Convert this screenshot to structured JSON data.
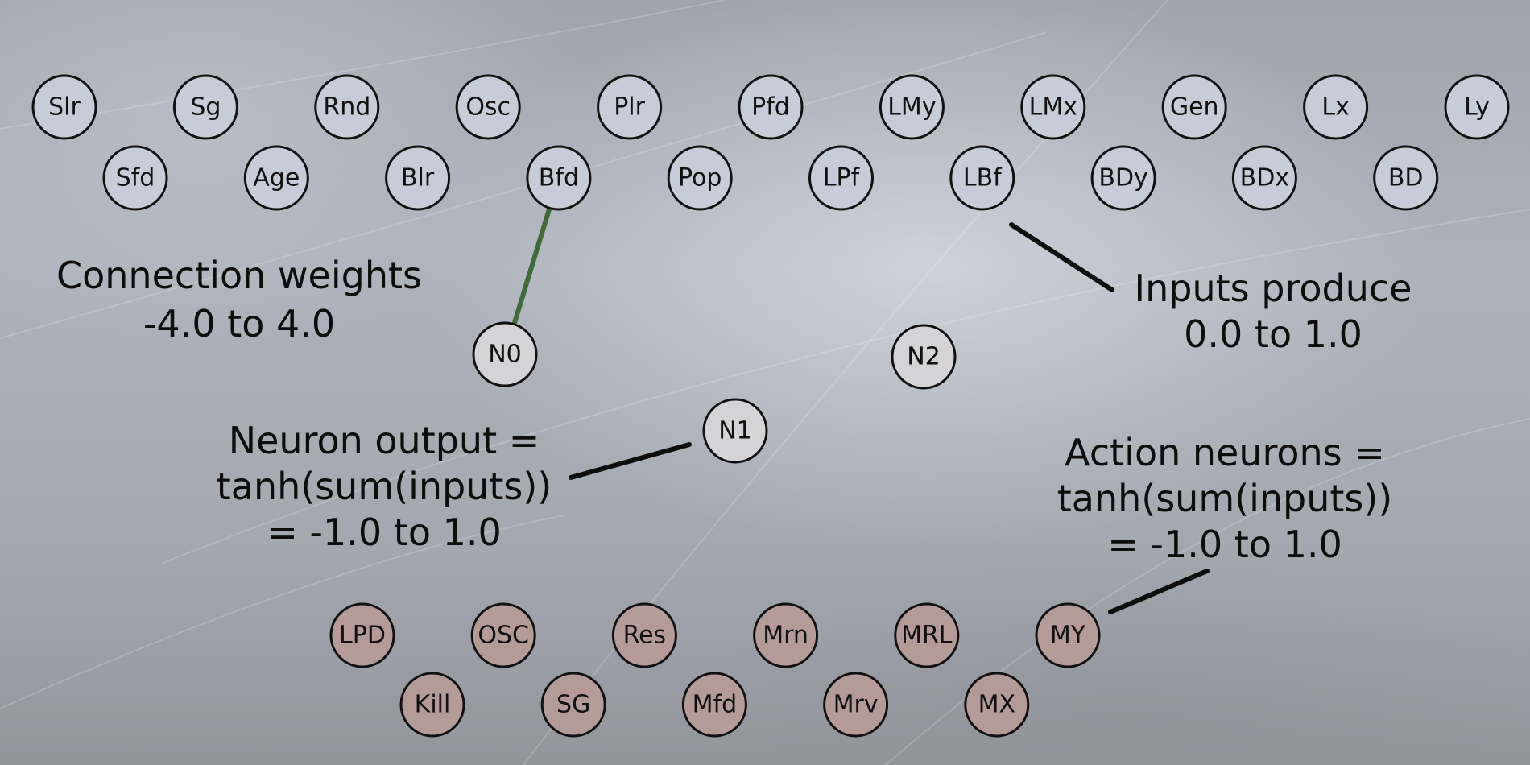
{
  "colors": {
    "input_fill": "#c6ccd8",
    "internal_fill": "#d4d4d6",
    "action_fill": "#b59b97",
    "connection": "#3d6b3a",
    "outline": "#111111"
  },
  "input_neurons": {
    "row1": [
      "Slr",
      "Sg",
      "Rnd",
      "Osc",
      "Plr",
      "Pfd",
      "LMy",
      "LMx",
      "Gen",
      "Lx",
      "Ly"
    ],
    "row2": [
      "Sfd",
      "Age",
      "Blr",
      "Bfd",
      "Pop",
      "LPf",
      "LBf",
      "BDy",
      "BDx",
      "BD"
    ]
  },
  "internal_neurons": [
    "N0",
    "N1",
    "N2"
  ],
  "action_neurons": {
    "row1": [
      "LPD",
      "OSC",
      "Res",
      "Mrn",
      "MRL",
      "MY"
    ],
    "row2": [
      "Kill",
      "SG",
      "Mfd",
      "Mrv",
      "MX"
    ]
  },
  "connections": [
    {
      "from": "Bfd",
      "to": "N0"
    }
  ],
  "annotations": {
    "weights": {
      "line1": "Connection weights",
      "line2": "-4.0 to 4.0"
    },
    "inputs": {
      "line1": "Inputs produce",
      "line2": "0.0 to 1.0"
    },
    "neuron_output": {
      "line1": "Neuron output =",
      "line2": "tanh(sum(inputs))",
      "line3": "= -1.0 to 1.0"
    },
    "action": {
      "line1": "Action neurons =",
      "line2": "tanh(sum(inputs))",
      "line3": "= -1.0 to 1.0"
    }
  }
}
